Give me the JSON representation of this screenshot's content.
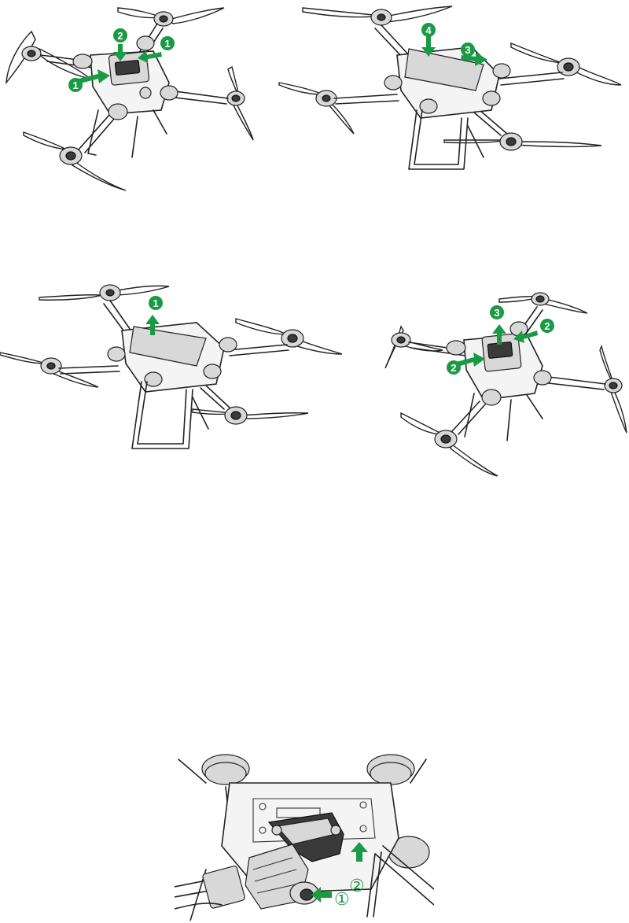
{
  "colors": {
    "accent": "#1a9a45",
    "line": "#222222",
    "background": "#ffffff"
  },
  "figures": [
    {
      "id": "battery-step-a",
      "markers": [
        "1",
        "2",
        "1"
      ],
      "arrows": [
        "arrow-right",
        "arrow-down",
        "arrow-left"
      ]
    },
    {
      "id": "battery-step-b",
      "markers": [
        "4",
        "3"
      ],
      "arrows": [
        "arrow-down",
        "arrow-right"
      ]
    },
    {
      "id": "battery-step-c",
      "markers": [
        "1"
      ],
      "arrows": [
        "arrow-up"
      ]
    },
    {
      "id": "battery-step-d",
      "markers": [
        "3",
        "2",
        "2"
      ],
      "arrows": [
        "arrow-up",
        "arrow-left",
        "arrow-right"
      ]
    },
    {
      "id": "gimbal-removal",
      "markers": [
        "②",
        "①"
      ],
      "arrows": [
        "arrow-up",
        "arrow-left"
      ]
    }
  ]
}
